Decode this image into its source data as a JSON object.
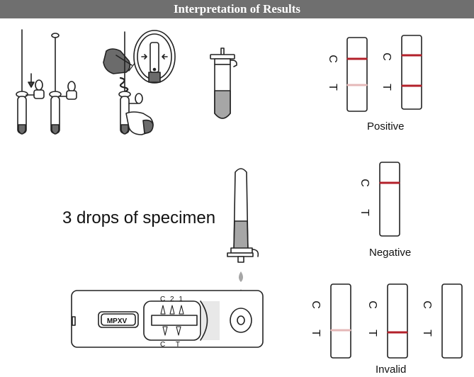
{
  "title": "Interpretation of Results",
  "instruction": "3 drops of specimen",
  "cassette": {
    "brand_label": "MPXV",
    "window_top_labels": "C 2 1",
    "window_bottom_labels": "C T"
  },
  "strip_letters": {
    "control": "C",
    "test": "T"
  },
  "results": {
    "positive_label": "Positive",
    "negative_label": "Negative",
    "invalid_label": "Invalid"
  },
  "colors": {
    "control_line": "#b3202a",
    "faint_line": "#e5b8b8",
    "banner": "#6f6f6f",
    "liquid": "#a6a6a6",
    "dark_tube_bottom": "#6b6b6b"
  }
}
